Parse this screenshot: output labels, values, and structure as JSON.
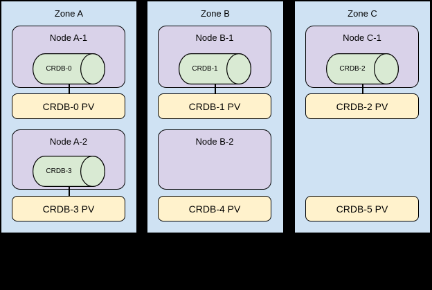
{
  "colors": {
    "background": "#000000",
    "zone_fill": "#cfe2f3",
    "node_fill": "#d9d2e9",
    "pod_fill": "#d9ead3",
    "pv_fill": "#fff2cc",
    "border": "#000000",
    "text": "#000000"
  },
  "zones": [
    {
      "label": "Zone A",
      "node1": {
        "label": "Node A-1",
        "pod": "CRDB-0",
        "pv": "CRDB-0 PV"
      },
      "node2": {
        "label": "Node A-2",
        "pod": "CRDB-3",
        "pv": "CRDB-3 PV"
      }
    },
    {
      "label": "Zone B",
      "node1": {
        "label": "Node B-1",
        "pod": "CRDB-1",
        "pv": "CRDB-1 PV"
      },
      "node2": {
        "label": "Node B-2",
        "pv": "CRDB-4 PV"
      }
    },
    {
      "label": "Zone C",
      "node1": {
        "label": "Node C-1",
        "pod": "CRDB-2",
        "pv": "CRDB-2 PV"
      },
      "node2": {
        "pv": "CRDB-5 PV"
      }
    }
  ]
}
